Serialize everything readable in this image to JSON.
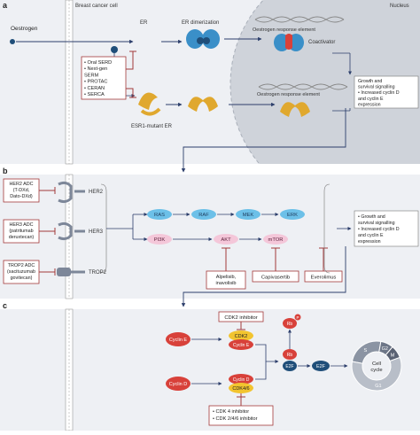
{
  "panels": {
    "a": {
      "letter": "a",
      "cell_label": "Breast cancer cell",
      "nucleus_label": "Nucleus",
      "oestrogen_label": "Oestrogen",
      "er_label": "ER",
      "dimerization_label": "ER dimerization",
      "ore_label_top": "Oestrogen response element",
      "coactivator_label": "Coactivator",
      "ore_label_bottom": "Oestrogen response element",
      "esr1_label": "ESR1-mutant ER",
      "inhibitors": [
        "• Oral SERD",
        "• Next-gen",
        "  SERM",
        "• PROTAC",
        "• CERAN",
        "• SERCA"
      ],
      "outcome": [
        "Growth and",
        "survival signalling",
        "• Increased cyclin D",
        "  and cyclin E",
        "  expression"
      ]
    },
    "b": {
      "letter": "b",
      "her2_drug": [
        "HER2 ADC",
        "(T-DXd,",
        "Dato-DXd)"
      ],
      "her2_label": "HER2",
      "her3_drug": [
        "HER3 ADC",
        "(patritumab",
        "deruxtecan)"
      ],
      "her3_label": "HER3",
      "trop2_drug": [
        "TROP2 ADC",
        "(sacituzumab",
        "govitecan)"
      ],
      "trop2_label": "TROP2",
      "mapk": [
        "RAS",
        "RAF",
        "MEK",
        "ERK"
      ],
      "pi3k": [
        "PI3K",
        "AKT",
        "mTOR"
      ],
      "pi3k_drug": [
        "Alpelisib,",
        "inavolisib"
      ],
      "akt_drug": "Capivasertib",
      "mtor_drug": "Everolimus",
      "outcome": [
        "• Growth and",
        "  survival signalling",
        "• Increased cyclin D",
        "  and cyclin E",
        "  expression"
      ]
    },
    "c": {
      "letter": "c",
      "cdk2_inhibitor": "CDK2 inhibitor",
      "cyclin_e_label": "Cyclin E",
      "cdk2_label": "CDK2",
      "cyclin_e_small": "Cyclin E",
      "cyclin_d_label": "Cyclin D",
      "cyclin_d_small": "Cyclin D",
      "cdk46_label": "CDK4/6",
      "rb_label": "Rb",
      "p_label": "P",
      "e2f_label": "E2F",
      "cdk46_inhibitors": [
        "• CDK 4 inhibitor",
        "• CDK 2/4/6 inhibitor"
      ],
      "cycle_center": [
        "Cell",
        "cycle"
      ],
      "phases": [
        "S",
        "G2",
        "M",
        "G1"
      ]
    }
  },
  "colors": {
    "band": "#eef0f4",
    "nucleus": "#cfd3da",
    "arrow": "#2c3e6b",
    "inhibit": "#a33a3a",
    "er_blue": "#3a8fc8",
    "er_dark": "#1f4e79",
    "mutant_gold": "#e0a82e",
    "node_blue": "#6cc0e8",
    "node_pink": "#f4c7d9",
    "cyclin_red": "#d8413a",
    "cdk_yellow": "#f2c42f"
  }
}
